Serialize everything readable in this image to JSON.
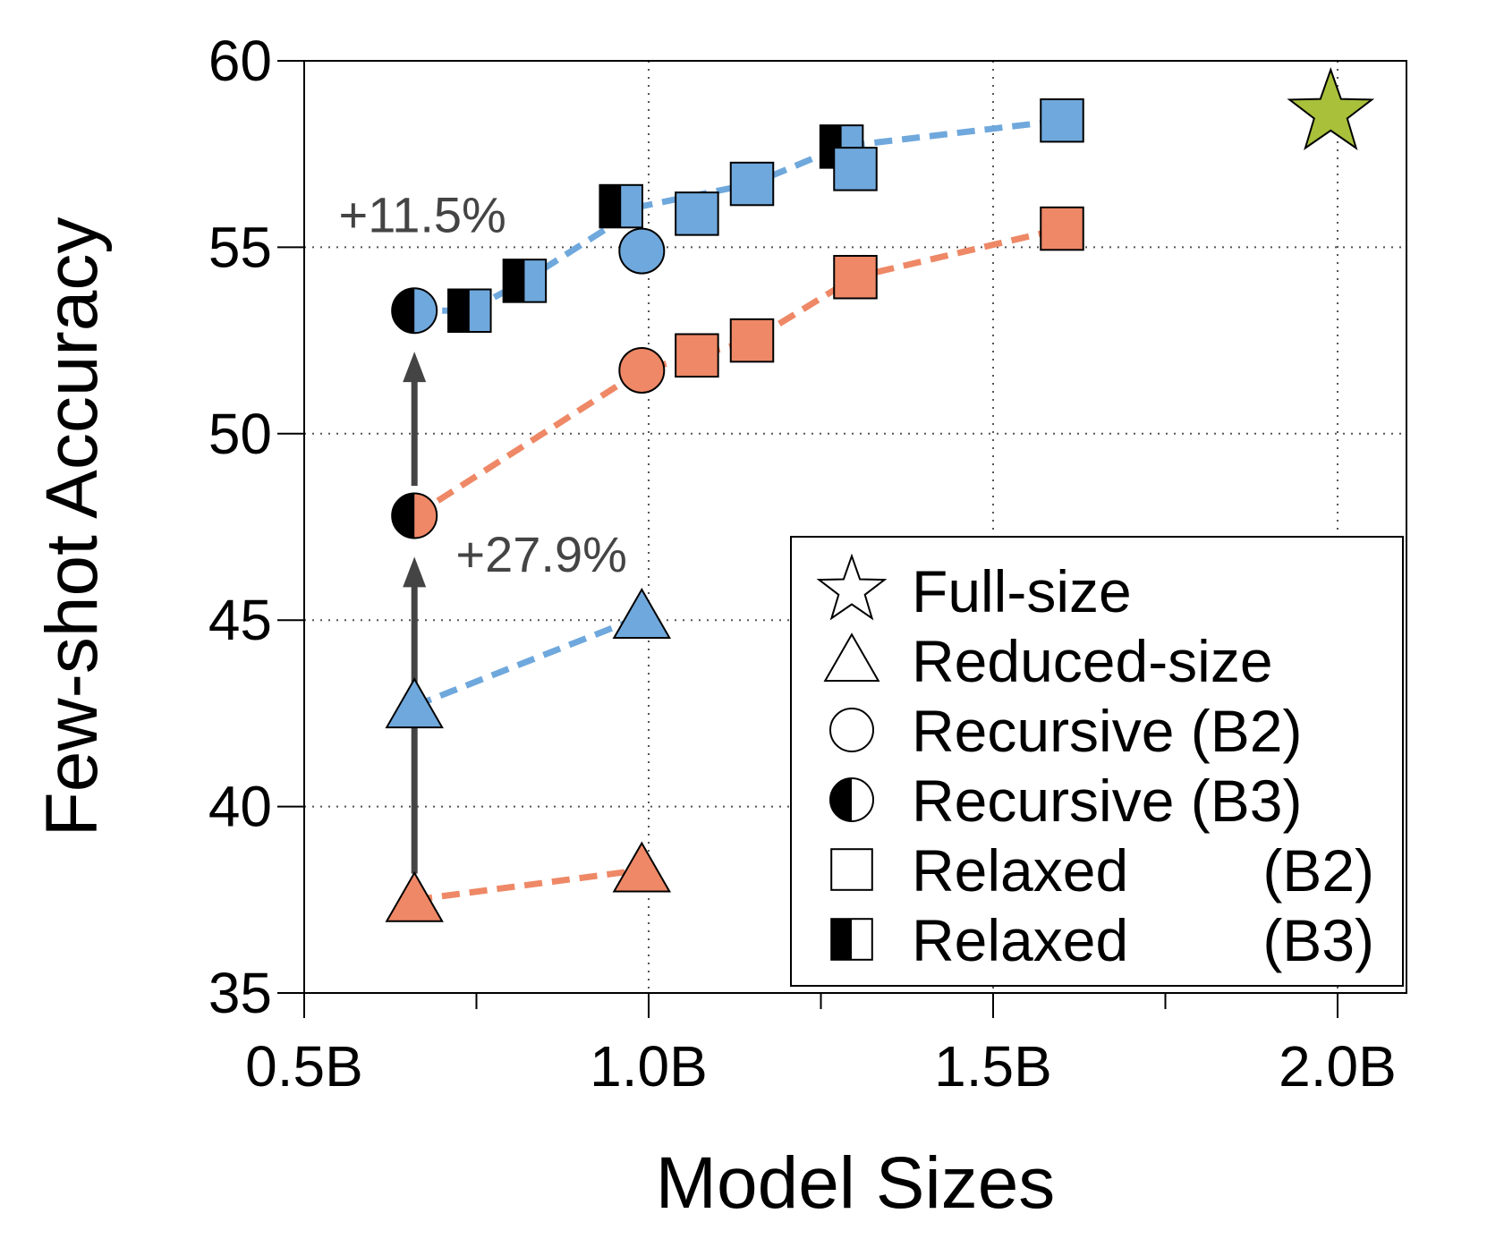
{
  "chart_data": {
    "type": "scatter",
    "xlabel": "Model Sizes",
    "ylabel": "Few-shot Accuracy",
    "xlim": [
      0.5,
      2.1
    ],
    "ylim": [
      35,
      60
    ],
    "x_ticks": [
      {
        "value": 0.5,
        "label": "0.5B"
      },
      {
        "value": 1.0,
        "label": "1.0B"
      },
      {
        "value": 1.5,
        "label": "1.5B"
      },
      {
        "value": 2.0,
        "label": "2.0B"
      }
    ],
    "x_minor_ticks": [
      0.75,
      1.25,
      1.75
    ],
    "y_ticks": [
      {
        "value": 35,
        "label": "35"
      },
      {
        "value": 40,
        "label": "40"
      },
      {
        "value": 45,
        "label": "45"
      },
      {
        "value": 50,
        "label": "50"
      },
      {
        "value": 55,
        "label": "55"
      },
      {
        "value": 60,
        "label": "60"
      }
    ],
    "grid": "dotted",
    "legend_position": "bottom-right",
    "colors": {
      "blue": "#6fa8dc",
      "orange": "#ee8866",
      "star": "#a8c03a",
      "arrow": "#444444"
    },
    "legend": [
      {
        "marker": "star",
        "label": "Full-size"
      },
      {
        "marker": "triangle",
        "label": "Reduced-size"
      },
      {
        "marker": "circle",
        "label": "Recursive (B2)"
      },
      {
        "marker": "circle-half",
        "label": "Recursive (B3)"
      },
      {
        "marker": "square",
        "label": "Relaxed",
        "suffix": "(B2)"
      },
      {
        "marker": "square-half",
        "label": "Relaxed",
        "suffix": "(B3)"
      }
    ],
    "lines": [
      {
        "color": "orange",
        "points": [
          [
            0.66,
            37.5
          ],
          [
            0.99,
            38.3
          ]
        ]
      },
      {
        "color": "blue",
        "points": [
          [
            0.66,
            42.7
          ],
          [
            0.99,
            45.1
          ]
        ]
      },
      {
        "color": "orange",
        "points": [
          [
            0.66,
            47.8
          ],
          [
            0.99,
            51.7
          ],
          [
            1.07,
            52.1
          ],
          [
            1.15,
            52.5
          ],
          [
            1.3,
            54.2
          ],
          [
            1.6,
            55.5
          ]
        ]
      },
      {
        "color": "blue",
        "points": [
          [
            0.66,
            53.3
          ],
          [
            0.74,
            53.3
          ],
          [
            0.82,
            54.1
          ],
          [
            0.99,
            56.1
          ],
          [
            1.15,
            56.7
          ],
          [
            1.28,
            57.7
          ],
          [
            1.6,
            58.4
          ]
        ]
      }
    ],
    "points": [
      {
        "x": 0.66,
        "y": 37.5,
        "marker": "triangle",
        "color": "orange"
      },
      {
        "x": 0.99,
        "y": 38.3,
        "marker": "triangle",
        "color": "orange"
      },
      {
        "x": 0.66,
        "y": 42.7,
        "marker": "triangle",
        "color": "blue"
      },
      {
        "x": 0.99,
        "y": 45.1,
        "marker": "triangle",
        "color": "blue"
      },
      {
        "x": 0.66,
        "y": 47.8,
        "marker": "circle-half",
        "color": "orange"
      },
      {
        "x": 0.99,
        "y": 51.7,
        "marker": "circle",
        "color": "orange"
      },
      {
        "x": 1.07,
        "y": 52.1,
        "marker": "square",
        "color": "orange"
      },
      {
        "x": 1.15,
        "y": 52.5,
        "marker": "square",
        "color": "orange"
      },
      {
        "x": 1.3,
        "y": 54.2,
        "marker": "square",
        "color": "orange"
      },
      {
        "x": 1.6,
        "y": 55.5,
        "marker": "square",
        "color": "orange"
      },
      {
        "x": 0.66,
        "y": 53.3,
        "marker": "circle-half",
        "color": "blue"
      },
      {
        "x": 0.74,
        "y": 53.3,
        "marker": "square-half",
        "color": "blue"
      },
      {
        "x": 0.82,
        "y": 54.1,
        "marker": "square-half",
        "color": "blue"
      },
      {
        "x": 0.96,
        "y": 56.1,
        "marker": "square-half",
        "color": "blue"
      },
      {
        "x": 0.99,
        "y": 54.9,
        "marker": "circle",
        "color": "blue"
      },
      {
        "x": 1.07,
        "y": 55.9,
        "marker": "square",
        "color": "blue"
      },
      {
        "x": 1.15,
        "y": 56.7,
        "marker": "square",
        "color": "blue"
      },
      {
        "x": 1.28,
        "y": 57.7,
        "marker": "square-half",
        "color": "blue"
      },
      {
        "x": 1.3,
        "y": 57.1,
        "marker": "square",
        "color": "blue"
      },
      {
        "x": 1.6,
        "y": 58.4,
        "marker": "square",
        "color": "blue"
      },
      {
        "x": 1.99,
        "y": 58.6,
        "marker": "star",
        "color": "star"
      }
    ],
    "arrows": [
      {
        "x": 0.66,
        "from": 38.2,
        "to": 46.7
      },
      {
        "x": 0.66,
        "from": 48.6,
        "to": 52.2
      }
    ],
    "annotations": [
      {
        "text": "+11.5%",
        "x": 0.55,
        "y": 55.4
      },
      {
        "text": "+27.9%",
        "x": 0.72,
        "y": 46.3
      }
    ]
  }
}
